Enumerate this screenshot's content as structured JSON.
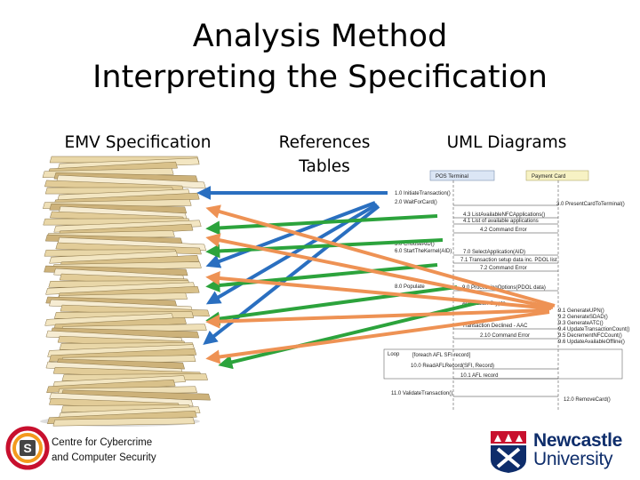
{
  "slide": {
    "title_line1": "Analysis Method",
    "title_line2": "Interpreting the Specification"
  },
  "columns": {
    "emv": "EMV Specification",
    "references_line1": "References",
    "references_line2": "Tables",
    "uml": "UML Diagrams"
  },
  "uml": {
    "lifeline_pos": "POS Terminal",
    "lifeline_card": "Payment Card",
    "loop_label": "Loop",
    "messages": [
      "1.0 InitiateTransaction()",
      "2.0 WaitForCard()",
      "3.0 PresentCardToTerminal()",
      "4.3 ListAvailableNFCApplications()",
      "4.1 List of available applications",
      "4.2 Command Error",
      "5.0 ChooseAID()",
      "6.0 StartTheKernel(AID)",
      "7.0 SelectApplication(AID)",
      "7.1 Transaction setup data inc. PDOL list",
      "7.2 Command Error",
      "8.0 Populate",
      "9.0 ProcessingOptions(PDOL data)",
      "Application Crypto",
      "9.1 GenerateUPN()",
      "9.2 GenerateSDAD()",
      "9.3 GenerateATC()",
      "9.4 UpdateTransactionCount()",
      "9.5 DecrementNFCCount()",
      "9.6 UpdateAvailableOffline()",
      "Transaction Declined - AAC",
      "2.10 Command Error",
      "[foreach AFL SFI record]",
      "10.0 ReadAFLRecord(SFI, Record)",
      "10.1 AFL record",
      "11.0 ValidateTransaction()",
      "12.0 RemoveCard()"
    ]
  },
  "logos": {
    "ccs_letter": "S",
    "ccs_line1": "Centre for Cybercrime",
    "ccs_line2": "and Computer Security",
    "ncl_line1": "Newcastle",
    "ncl_line2": "University"
  },
  "colors": {
    "blue_arrow": "#2a6fc0",
    "orange_arrow": "#ee9254",
    "green_arrow": "#2ca33c",
    "ccs_red": "#c8102e",
    "ccs_orange": "#f39a1e",
    "ncl_navy": "#0e2d6b"
  }
}
